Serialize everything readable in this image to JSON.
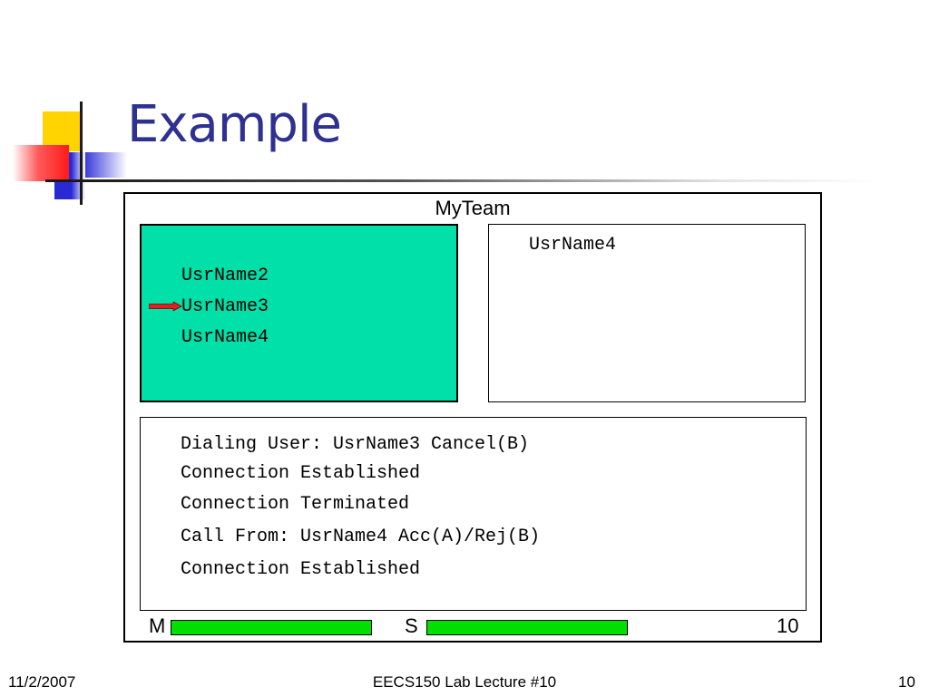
{
  "slide": {
    "title": "Example"
  },
  "device": {
    "title": "MyTeam",
    "user_list": [
      "UsrName2",
      "UsrName3",
      "UsrName4"
    ],
    "selected_user": "UsrName3",
    "right_panel_text": "UsrName4",
    "messages": [
      "Dialing User: UsrName3 Cancel(B)",
      "Connection Established",
      "Connection Terminated",
      "Call From: UsrName4 Acc(A)/Rej(B)",
      "Connection Established"
    ],
    "status": {
      "m_label": "M",
      "s_label": "S",
      "count": "10",
      "m_level": 1.0,
      "s_level": 1.0
    }
  },
  "footer": {
    "date": "11/2/2007",
    "course": "EECS150 Lab Lecture #10",
    "page": "10"
  },
  "colors": {
    "title": "#2e3192",
    "list_panel": "#00e0a8",
    "bar": "#00e000",
    "arrow": "#e02020"
  }
}
